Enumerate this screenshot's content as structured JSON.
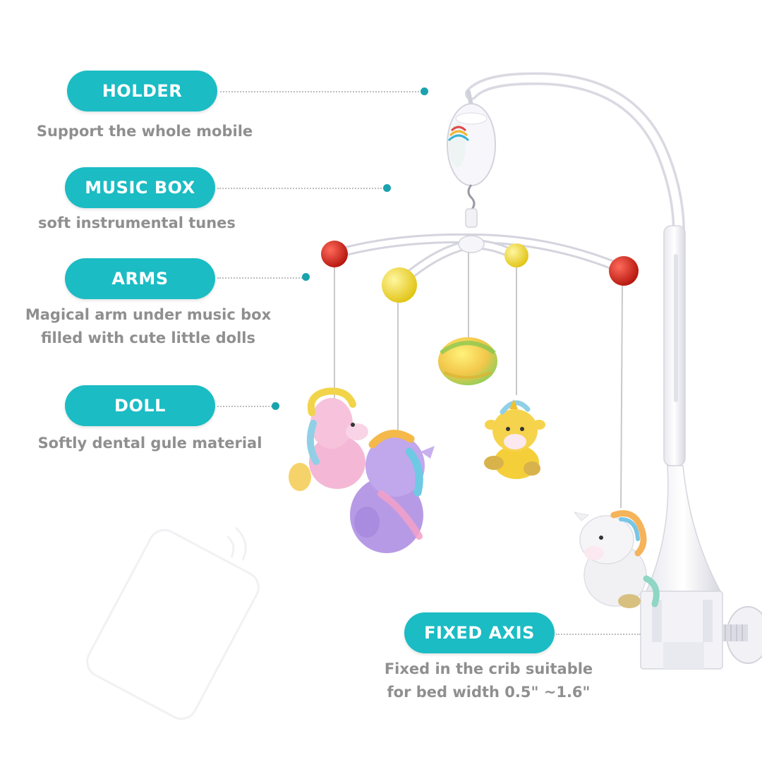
{
  "theme": {
    "pill_color": "#1bbcc4",
    "dot_color": "#1aa3ad",
    "text_color": "#8f8f8f"
  },
  "labels": {
    "holder": {
      "title": "HOLDER",
      "desc": [
        "Support the whole mobile"
      ]
    },
    "music_box": {
      "title": "MUSIC BOX",
      "desc": [
        "soft instrumental tunes"
      ]
    },
    "arms": {
      "title": "ARMS",
      "desc": [
        "Magical arm under music box",
        "filled with cute little dolls"
      ]
    },
    "doll": {
      "title": "DOLL",
      "desc": [
        "Softly dental gule material"
      ]
    },
    "fixed_axis": {
      "title": "FIXED AXIS",
      "desc": [
        "Fixed in the crib suitable",
        "for bed width 0.5\" ~1.6\""
      ]
    }
  },
  "product": {
    "ball_red": "#d9261c",
    "ball_yellow": "#f2dd2a",
    "doll_pink": "#f4b8d6",
    "doll_purple": "#b79ae6",
    "doll_yellow": "#f5cf3a",
    "doll_white": "#f1f1f4"
  }
}
